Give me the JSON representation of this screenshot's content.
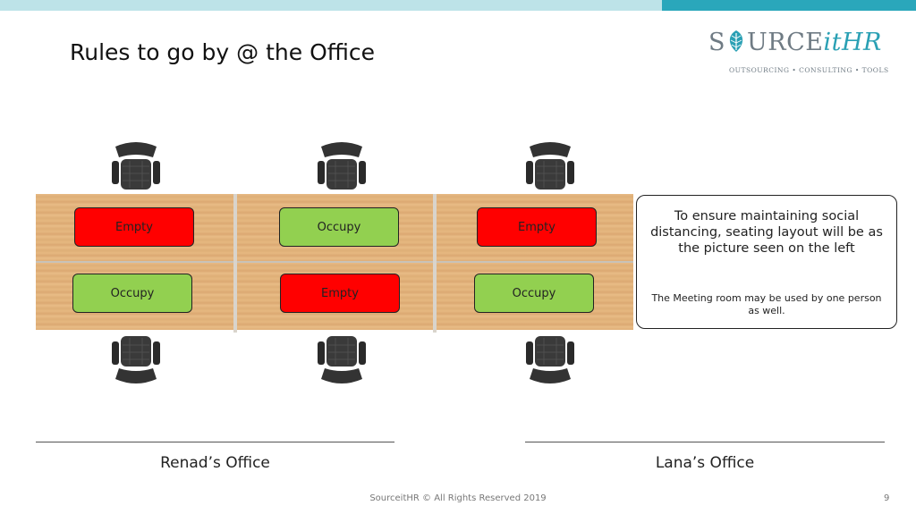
{
  "slide": {
    "title": "Rules to go by @ the Office",
    "logo": {
      "brand_dark_1": "S",
      "brand_dark_2": "URCE",
      "brand_teal": "itHR",
      "tagline": "OUTSOURCING • CONSULTING • TOOLS"
    },
    "desks": [
      {
        "top": "Empty",
        "bottom": "Occupy"
      },
      {
        "top": "Occupy",
        "bottom": "Empty"
      },
      {
        "top": "Empty",
        "bottom": "Occupy"
      }
    ],
    "callout": {
      "main": "To ensure maintaining social distancing, seating layout will be as the picture seen on the left",
      "sub": "The Meeting room may be used by one person as well."
    },
    "offices": {
      "left": "Renad’s Office",
      "right": "Lana’s Office"
    },
    "footer": "SourceitHR © All Rights Reserved 2019",
    "page_number": "9"
  },
  "colors": {
    "empty": "#ff0000",
    "occupy": "#92d050",
    "accent": "#2aa7bb",
    "accent_light": "#bde3e8"
  }
}
